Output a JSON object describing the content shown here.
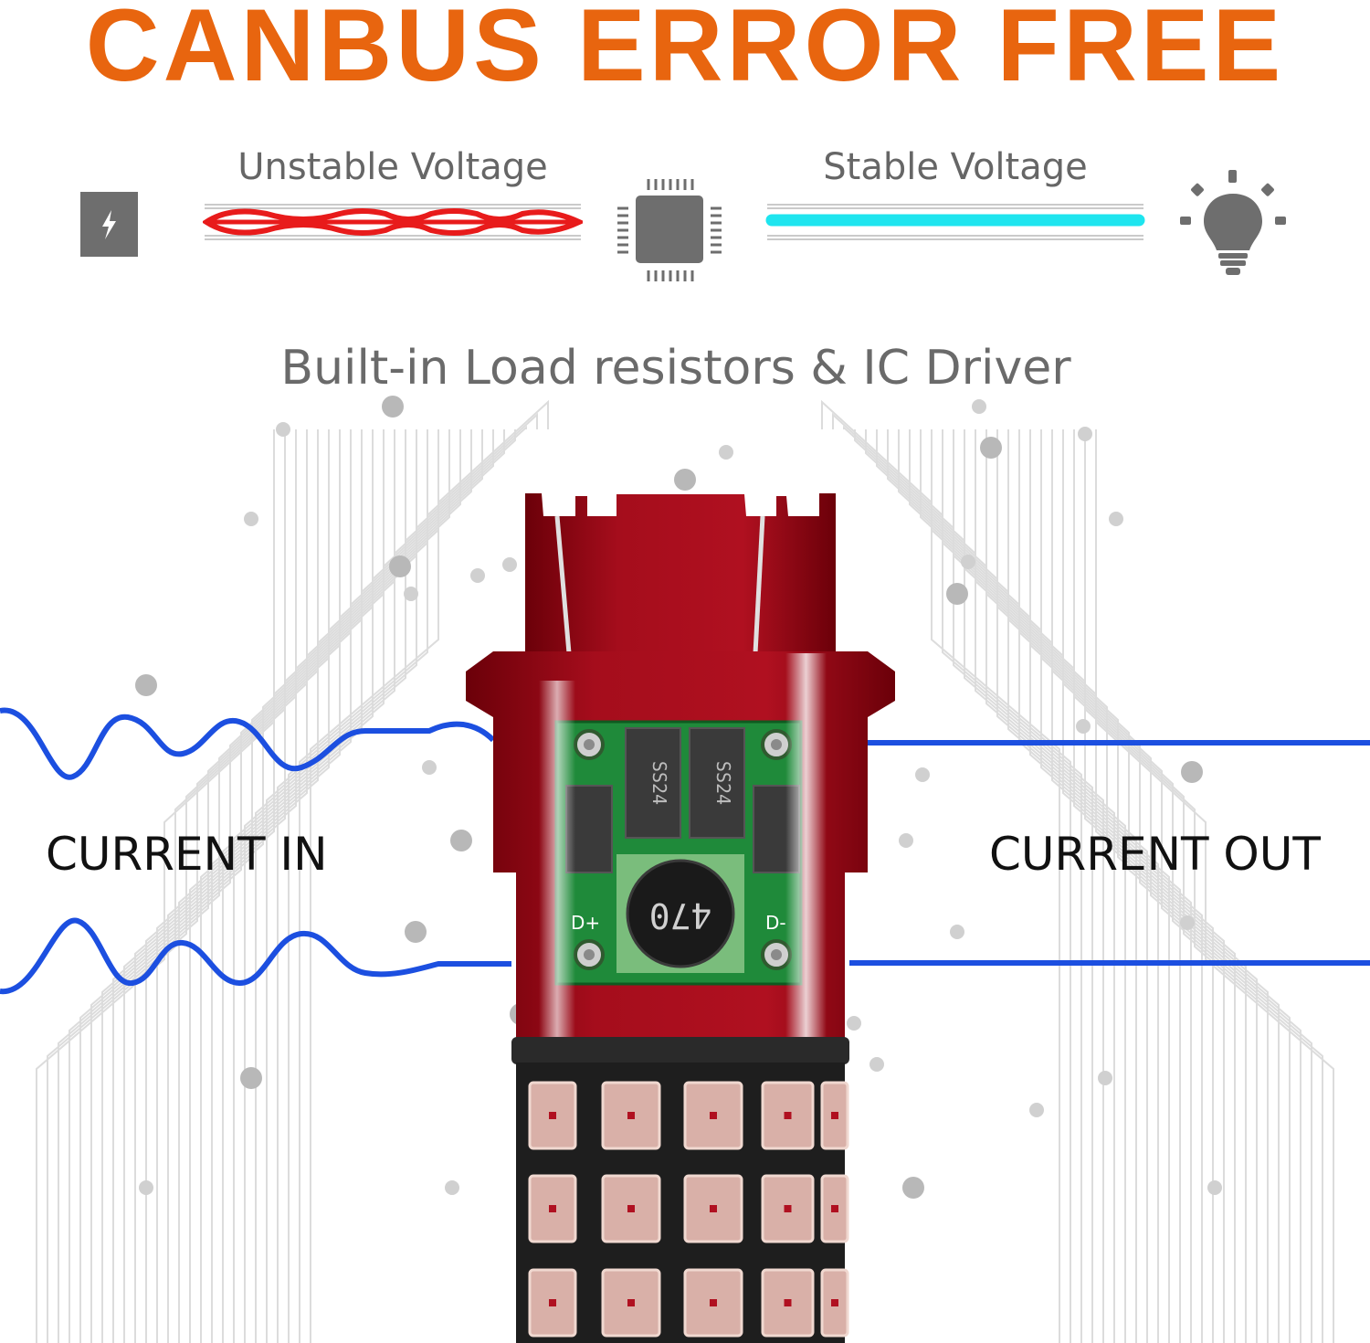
{
  "headline": "CANBUS ERROR FREE",
  "colors": {
    "headline": "#e8650f",
    "unstable_wave": "#e81b1b",
    "stable_line": "#1ee5ef",
    "current_wave": "#1c4fe0",
    "bulb_body": "#8e0a14",
    "icon_gray": "#6e6e6e"
  },
  "diagram": {
    "unstable_label": "Unstable Voltage",
    "stable_label": "Stable Voltage",
    "power_icon": "lightning-bolt-icon",
    "chip_icon": "ic-chip-icon",
    "bulb_icon": "light-bulb-icon"
  },
  "subtitle": "Built-in Load resistors & IC Driver",
  "current_in_label": "CURRENT IN",
  "current_out_label": "CURRENT OUT",
  "pcb_markings": {
    "diode_1": "SS24",
    "diode_2": "SS24",
    "inductor": "470",
    "pad_left": "D+",
    "pad_right": "D-"
  }
}
